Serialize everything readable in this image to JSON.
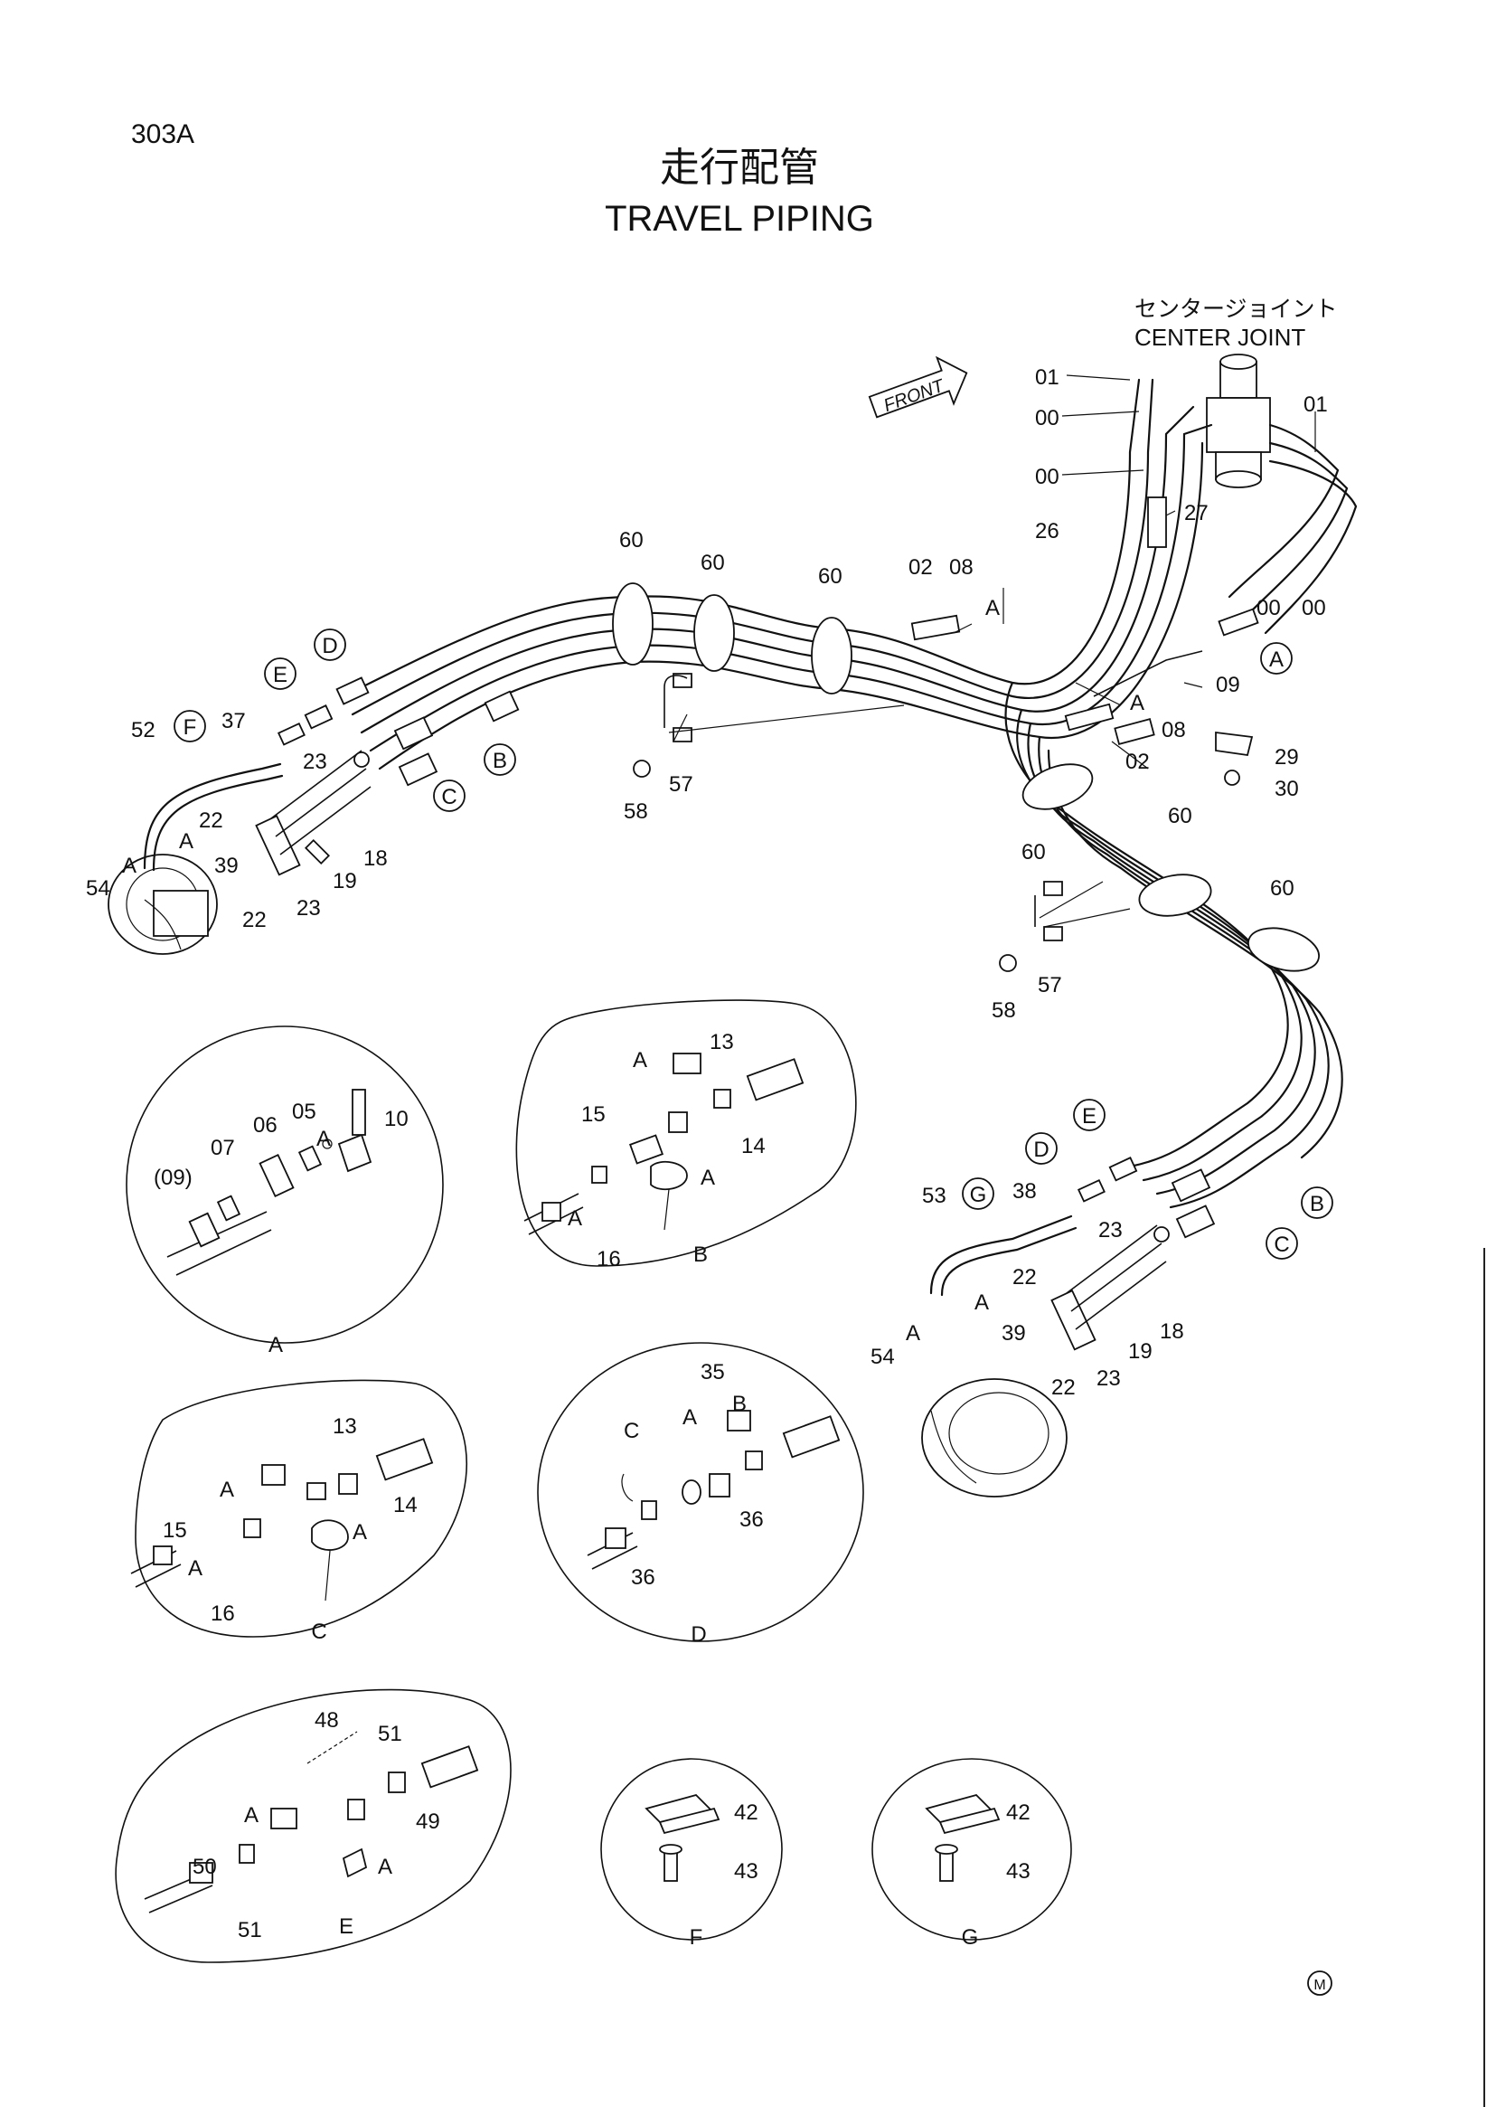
{
  "page_code": "303A",
  "title_jp": "走行配管",
  "title_en": "TRAVEL PIPING",
  "center_joint_jp": "センタージョイント",
  "center_joint_en": "CENTER JOINT",
  "front_label": "FRONT",
  "mark": "M",
  "main_labels": [
    {
      "text": "01"
    },
    {
      "text": "00"
    },
    {
      "text": "00"
    },
    {
      "text": "01"
    },
    {
      "text": "00"
    },
    {
      "text": "00"
    },
    {
      "text": "27"
    },
    {
      "text": "26"
    },
    {
      "text": "60"
    },
    {
      "text": "60"
    },
    {
      "text": "60"
    },
    {
      "text": "02"
    },
    {
      "text": "08"
    },
    {
      "text": "A"
    },
    {
      "text": "09"
    },
    {
      "text": "08"
    },
    {
      "text": "A"
    },
    {
      "text": "02"
    },
    {
      "text": "29"
    },
    {
      "text": "30"
    },
    {
      "text": "57"
    },
    {
      "text": "58"
    },
    {
      "text": "52"
    },
    {
      "text": "37"
    },
    {
      "text": "23"
    },
    {
      "text": "22"
    },
    {
      "text": "A"
    },
    {
      "text": "A"
    },
    {
      "text": "39"
    },
    {
      "text": "54"
    },
    {
      "text": "22"
    },
    {
      "text": "23"
    },
    {
      "text": "19"
    },
    {
      "text": "18"
    },
    {
      "text": "60"
    },
    {
      "text": "60"
    },
    {
      "text": "60"
    },
    {
      "text": "57"
    },
    {
      "text": "58"
    },
    {
      "text": "53"
    },
    {
      "text": "38"
    },
    {
      "text": "23"
    },
    {
      "text": "22"
    },
    {
      "text": "A"
    },
    {
      "text": "A"
    },
    {
      "text": "39"
    },
    {
      "text": "54"
    },
    {
      "text": "22"
    },
    {
      "text": "23"
    },
    {
      "text": "19"
    },
    {
      "text": "18"
    }
  ],
  "circle_refs": [
    {
      "text": "E"
    },
    {
      "text": "D"
    },
    {
      "text": "F"
    },
    {
      "text": "B"
    },
    {
      "text": "C"
    },
    {
      "text": "A"
    },
    {
      "text": "E"
    },
    {
      "text": "D"
    },
    {
      "text": "G"
    },
    {
      "text": "B"
    },
    {
      "text": "C"
    }
  ],
  "details": [
    {
      "name": "A",
      "labels": [
        "(09)",
        "07",
        "06",
        "05",
        "A",
        "10"
      ]
    },
    {
      "name": "B",
      "labels": [
        "13",
        "A",
        "15",
        "14",
        "A",
        "A",
        "16"
      ]
    },
    {
      "name": "C",
      "labels": [
        "13",
        "A",
        "15",
        "14",
        "A",
        "A",
        "16"
      ]
    },
    {
      "name": "D",
      "labels": [
        "35",
        "B",
        "A",
        "C",
        "36",
        "36"
      ]
    },
    {
      "name": "E",
      "labels": [
        "48",
        "51",
        "A",
        "49",
        "50",
        "A",
        "51"
      ]
    },
    {
      "name": "F",
      "labels": [
        "42",
        "43"
      ]
    },
    {
      "name": "G",
      "labels": [
        "42",
        "43"
      ]
    }
  ],
  "colors": {
    "ink": "#111111",
    "paper": "#ffffff"
  }
}
